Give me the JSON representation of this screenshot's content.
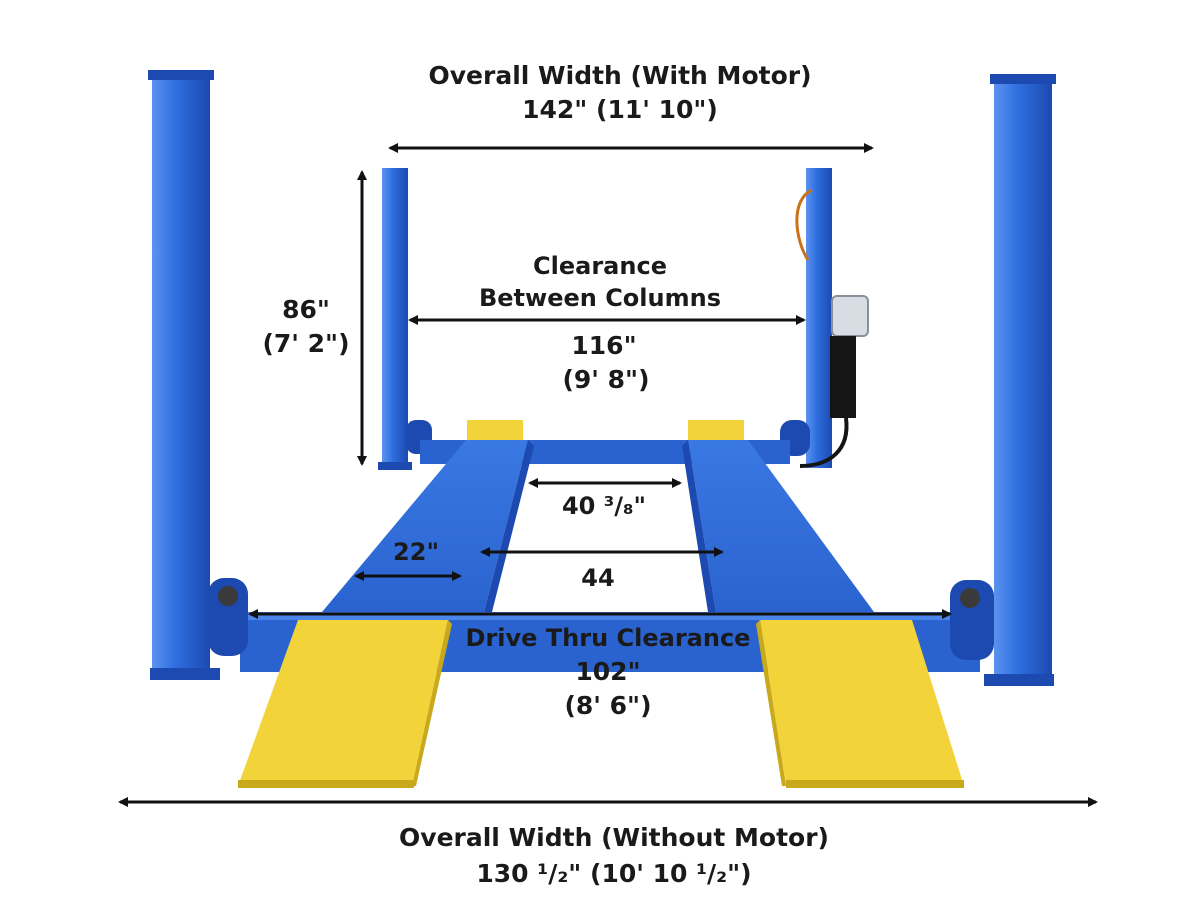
{
  "colors": {
    "column_blue": "#2f6fe0",
    "column_dark": "#1e4fb5",
    "ramp_yellow": "#f2d43a",
    "ramp_shadow": "#c9a91c",
    "arrow": "#111111"
  },
  "dimensions": {
    "overall_with_motor": {
      "label": "Overall Width (With Motor)",
      "value": "142\" (11' 10\")"
    },
    "height": {
      "value": "86\"",
      "sub": "(7' 2\")"
    },
    "clearance_between_columns": {
      "label_line1": "Clearance",
      "label_line2": "Between Columns",
      "value": "116\"",
      "sub": "(9' 8\")"
    },
    "runway_gap": {
      "value": "40 ³/₈\""
    },
    "runway_width": {
      "value": "22\""
    },
    "runway_center": {
      "value": "44"
    },
    "drive_thru": {
      "label": "Drive Thru Clearance",
      "value": "102\"",
      "sub": "(8' 6\")"
    },
    "overall_without_motor": {
      "label": "Overall Width (Without Motor)",
      "value": "130 ¹/₂\" (10' 10 ¹/₂\")"
    }
  }
}
